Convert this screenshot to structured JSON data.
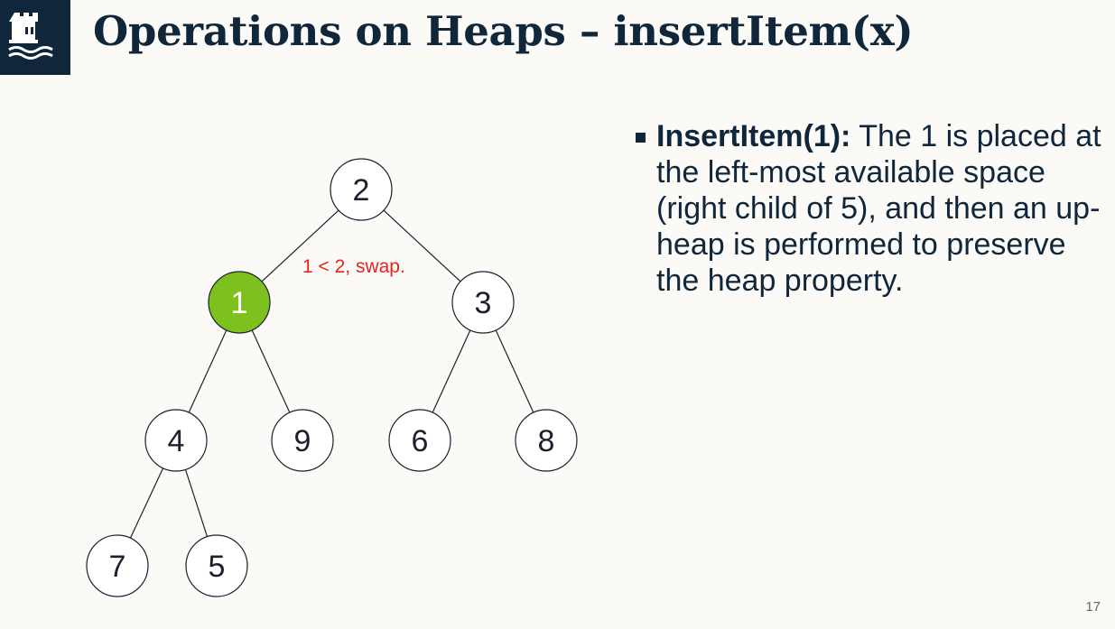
{
  "slide": {
    "title": "Operations on Heaps – insertItem(x)",
    "page_number": "17"
  },
  "tree": {
    "nodes": [
      {
        "id": "n2",
        "label": "2",
        "highlighted": false
      },
      {
        "id": "n1",
        "label": "1",
        "highlighted": true
      },
      {
        "id": "n3",
        "label": "3",
        "highlighted": false
      },
      {
        "id": "n4",
        "label": "4",
        "highlighted": false
      },
      {
        "id": "n9",
        "label": "9",
        "highlighted": false
      },
      {
        "id": "n6",
        "label": "6",
        "highlighted": false
      },
      {
        "id": "n8",
        "label": "8",
        "highlighted": false
      },
      {
        "id": "n7",
        "label": "7",
        "highlighted": false
      },
      {
        "id": "n5",
        "label": "5",
        "highlighted": false
      }
    ],
    "edges": [
      {
        "from": "n2",
        "to": "n1"
      },
      {
        "from": "n2",
        "to": "n3"
      },
      {
        "from": "n1",
        "to": "n4"
      },
      {
        "from": "n1",
        "to": "n9"
      },
      {
        "from": "n3",
        "to": "n6"
      },
      {
        "from": "n3",
        "to": "n8"
      },
      {
        "from": "n4",
        "to": "n7"
      },
      {
        "from": "n4",
        "to": "n5"
      }
    ],
    "annotation": "1 < 2, swap.",
    "colors": {
      "highlight_fill": "#7dc11e",
      "annotation": "#e8231d",
      "node_stroke": "#1f1f2e"
    }
  },
  "bullet": {
    "bold": "InsertItem(1):",
    "text": " The 1 is placed at the left-most available space (right child of 5), and then an up-heap is performed to preserve the heap property."
  },
  "colors": {
    "brand_navy": "#10263b",
    "background": "#fbfaf7"
  }
}
